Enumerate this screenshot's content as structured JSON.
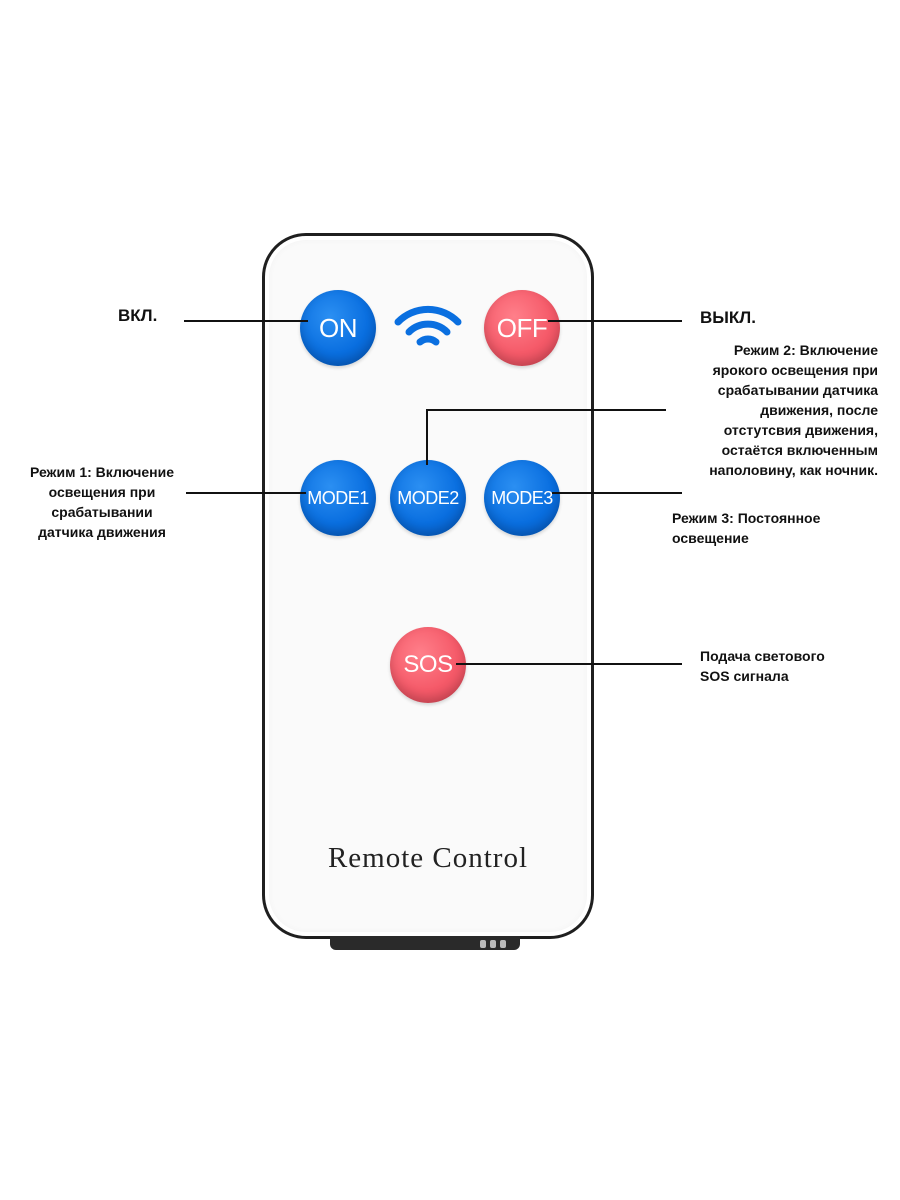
{
  "remote": {
    "title": "Remote Control",
    "buttons": {
      "on": "ON",
      "off": "OFF",
      "mode1": "MODE1",
      "mode2": "MODE2",
      "mode3": "MODE3",
      "sos": "SOS"
    },
    "signal_icon": "wifi-signal-icon"
  },
  "annotations": {
    "on": "ВКЛ.",
    "off": "ВЫКЛ.",
    "mode1": [
      "Режим 1: Включение",
      "освещения при",
      "срабатывании",
      "датчика движения"
    ],
    "mode2": [
      "Режим 2: Включение",
      "ярокого освещения при",
      "срабатывании датчика",
      "движения, после",
      "отстутсвия движения,",
      "остаётся включенным",
      "наполовину, как ночник."
    ],
    "mode3": [
      "Режим 3: Постоянное",
      "освещение"
    ],
    "sos": [
      "Подача светового",
      "SOS сигнала"
    ]
  },
  "colors": {
    "blue_button": "#0a6fe0",
    "red_button": "#f55a69",
    "outline": "#1f1f1f"
  }
}
